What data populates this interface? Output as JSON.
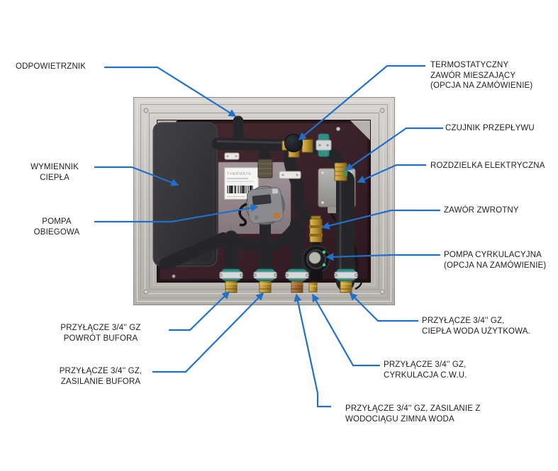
{
  "colors": {
    "leader_blue": "#2070c9",
    "label_text": "#1c1c26",
    "panel_maroon": "#3c232b",
    "frame_aluminum": "#c7c4c0",
    "pipe_insulation": "#26262a",
    "brass": "#c79a35",
    "clamp_teal": "#2e9086"
  },
  "photo": {
    "sticker_text": "THERMATE"
  },
  "labels": {
    "odpowietrznik": {
      "lines": [
        "ODPOWIETRZNIK"
      ]
    },
    "wymiennik_ciepla": {
      "lines": [
        "WYMIENNIK",
        "CIEPŁA"
      ]
    },
    "pompa_obiegowa": {
      "lines": [
        "POMPA",
        "OBIEGOWA"
      ]
    },
    "powrot_bufora": {
      "lines": [
        "PRZYŁĄCZE  3/4'' GZ",
        "POWRÓT BUFORA"
      ]
    },
    "zasilanie_bufora": {
      "lines": [
        "PRZYŁĄCZE  3/4'' GZ,",
        "ZASILANIE BUFORA"
      ]
    },
    "termostatyczny": {
      "lines": [
        "TERMOSTATYCZNY",
        "ZAWÓR MIESZAJĄCY",
        "(OPCJA NA ZAMÓWIENIE)"
      ]
    },
    "czujnik_przeplywu": {
      "lines": [
        "CZUJNIK PRZEPŁYWU"
      ]
    },
    "rozdzielka": {
      "lines": [
        "ROZDZIELKA ELEKTRYCZNA"
      ]
    },
    "zawor_zwrotny": {
      "lines": [
        "ZAWÓR ZWROTNY"
      ]
    },
    "pompa_cyrkulacyjna": {
      "lines": [
        "POMPA CYRKULACYJNA",
        "(OPCJA NA ZAMÓWIENIE)"
      ]
    },
    "ciepla_woda": {
      "lines": [
        "PRZYŁĄCZE  3/4'' GZ,",
        "CIEPŁA WODA UŻYTKOWA."
      ]
    },
    "cyrkulacja_cwu": {
      "lines": [
        "PRZYŁĄCZE  3/4'' GZ,",
        "CYRKULACJA  C.W.U."
      ]
    },
    "zimna_woda": {
      "lines": [
        "PRZYŁĄCZE  3/4'' GZ, ZASILANIE Z",
        "WODOCIĄGU ZIMNA WODA"
      ]
    }
  }
}
